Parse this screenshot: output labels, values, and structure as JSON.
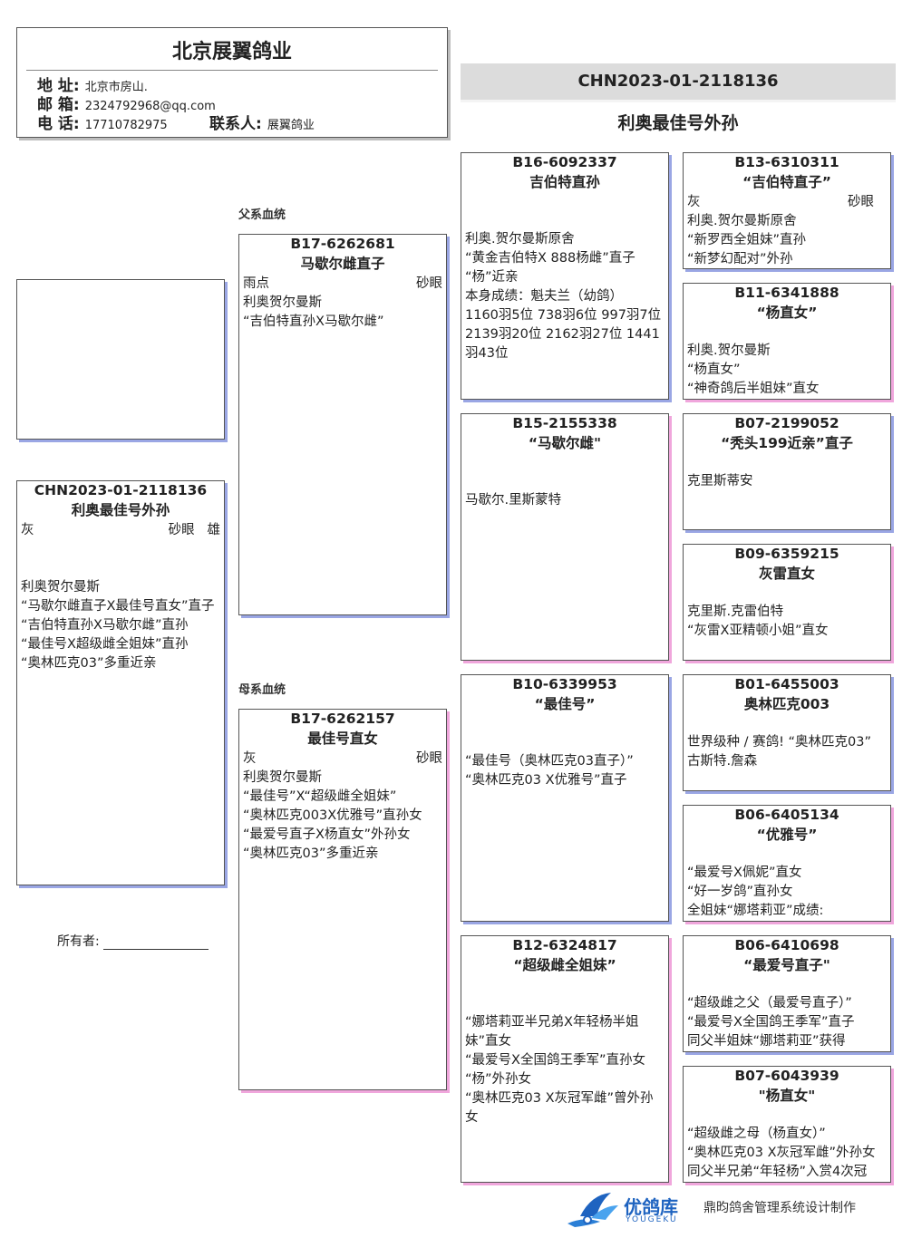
{
  "header": {
    "title": "北京展翼鸽业",
    "address_label": "地 址:",
    "address": "北京市房山.",
    "email_label": "邮 箱:",
    "email": "2324792968@qq.com",
    "phone_label": "电 话:",
    "phone": "17710782975",
    "contact_label": "联系人:",
    "contact": "展翼鸽业"
  },
  "banner": {
    "ring": "CHN2023-01-2118136",
    "name": "利奥最佳号外孙"
  },
  "labels": {
    "sire_line": "父系血统",
    "dam_line": "母系血统",
    "owner": "所有者:"
  },
  "subject": {
    "ring": "CHN2023-01-2118136",
    "name": "利奥最佳号外孙",
    "color": "灰",
    "eye": "砂眼",
    "sex": "雄",
    "lines": [
      "利奥贺尔曼斯",
      "“马歇尔雌直子X最佳号直女”直子",
      "“吉伯特直孙X马歇尔雌”直孙",
      "“最佳号X超级雌全姐妹”直孙",
      "“奥林匹克03”多重近亲"
    ]
  },
  "sire": {
    "ring": "B17-6262681",
    "name": "马歇尔雌直子",
    "color": "雨点",
    "eye": "砂眼",
    "lines": [
      "利奥贺尔曼斯",
      "“吉伯特直孙X马歇尔雌”"
    ]
  },
  "dam": {
    "ring": "B17-6262157",
    "name": "最佳号直女",
    "color": "灰",
    "eye": "砂眼",
    "lines": [
      "利奥贺尔曼斯",
      "“最佳号”X“超级雌全姐妹”",
      "“奥林匹克003X优雅号”直孙女",
      "“最爱号直子X杨直女”外孙女",
      "“奥林匹克03”多重近亲"
    ]
  },
  "ss": {
    "ring": "B16-6092337",
    "name": "吉伯特直孙",
    "lines": [
      "利奥.贺尔曼斯原舍",
      "“黄金吉伯特X 888杨雌”直子",
      "“杨”近亲",
      "本身成绩：魁夫兰（幼鸽）",
      "1160羽5位  738羽6位  997羽7位",
      "2139羽20位 2162羽27位 1441羽43位"
    ]
  },
  "sd": {
    "ring": "B15-2155338",
    "name": "“马歇尔雌\"",
    "lines": [
      "马歇尔.里斯蒙特"
    ]
  },
  "ds": {
    "ring": "B10-6339953",
    "name": "“最佳号”",
    "lines": [
      "“最佳号（奥林匹克03直子）”",
      "“奥林匹克03 X优雅号”直子"
    ]
  },
  "dd": {
    "ring": "B12-6324817",
    "name": "“超级雌全姐妹”",
    "lines": [
      "“娜塔莉亚半兄弟X年轻杨半姐妹”直女",
      "“最爱号X全国鸽王季军”直孙女",
      "“杨”外孙女",
      "“奥林匹克03 X灰冠军雌”曾外孙女"
    ]
  },
  "sss": {
    "ring": "B13-6310311",
    "name": "“吉伯特直子”",
    "color": "灰",
    "eye": "砂眼",
    "lines": [
      "利奥.贺尔曼斯原舍",
      "“新罗西全姐妹”直孙",
      "“新梦幻配对”外孙"
    ]
  },
  "ssd": {
    "ring": "B11-6341888",
    "name": "“杨直女”",
    "lines": [
      "利奥.贺尔曼斯",
      "“杨直女”",
      "“神奇鸽后半姐妹”直女"
    ]
  },
  "sds": {
    "ring": "B07-2199052",
    "name": "“秃头199近亲”直子",
    "lines": [
      "克里斯蒂安"
    ]
  },
  "sdd": {
    "ring": "B09-6359215",
    "name": "灰雷直女",
    "lines": [
      "克里斯.克雷伯特",
      "“灰雷X亚精顿小姐”直女"
    ]
  },
  "dss": {
    "ring": "B01-6455003",
    "name": "奥林匹克003",
    "lines": [
      "世界级种 / 赛鸽! “奥林匹克03”",
      "古斯特.詹森"
    ]
  },
  "dsd": {
    "ring": "B06-6405134",
    "name": "“优雅号”",
    "lines": [
      "“最爱号X佩妮”直女",
      "“好一岁鸽”直孙女",
      "全姐妹“娜塔莉亚”成绩:"
    ]
  },
  "dds": {
    "ring": "B06-6410698",
    "name": "“最爱号直子\"",
    "lines": [
      "“超级雌之父（最爱号直子）”",
      "“最爱号X全国鸽王季军”直子",
      "同父半姐妹“娜塔莉亚”获得"
    ]
  },
  "ddd": {
    "ring": "B07-6043939",
    "name": "\"杨直女\"",
    "lines": [
      "“超级雌之母（杨直女）”",
      "“奥林匹克03 X灰冠军雌”外孙女",
      "同父半兄弟“年轻杨”入赏4次冠"
    ]
  },
  "footer": {
    "brand": "优鸽库",
    "brand_en": "YOUGEKU",
    "credit": "鼎昀鸽舍管理系统设计制作"
  }
}
